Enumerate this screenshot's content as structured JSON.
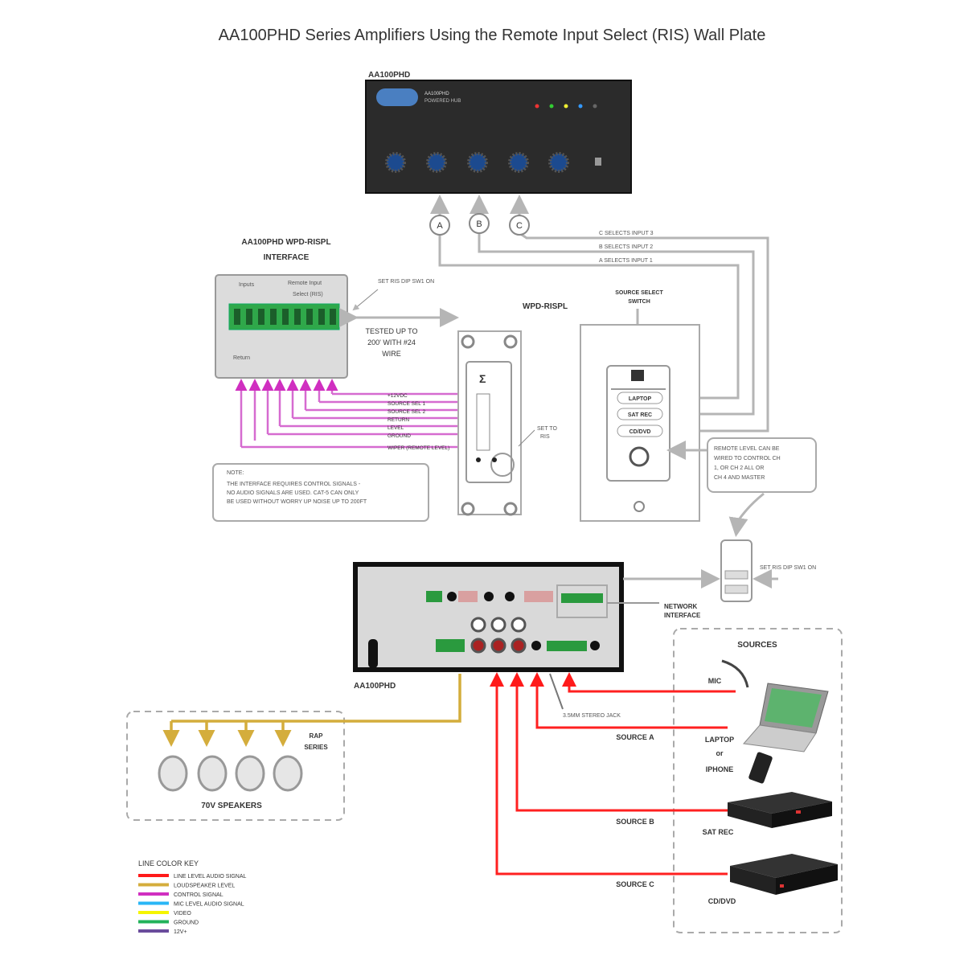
{
  "title": "AA100PHD  Series Amplifiers Using the Remote Input Select (RIS) Wall Plate",
  "top_amp": {
    "label": "AA100PHD",
    "model_text": "AA100PHD",
    "subtitle_text": "POWERED HUB"
  },
  "connectors": [
    "A",
    "B",
    "C"
  ],
  "select_lines": [
    "C SELECTS INPUT 3",
    "B SELECTS INPUT 2",
    "A SELECTS INPUT 1"
  ],
  "interface": {
    "title_line1": "AA100PHD WPD-RISPL",
    "title_line2": "INTERFACE",
    "inputs_label": "Inputs",
    "remote_label": "Remote Input",
    "select_label": "Select (RIS)",
    "return_label": "Return",
    "dip_note": "SET RIS DIP SW1 ON"
  },
  "tested_note": [
    "TESTED UP TO",
    "200' WITH #24",
    "WIRE"
  ],
  "control_wires": [
    "+12VDC",
    "SOURCE SEL 1",
    "SOURCE SEL 2",
    "RETURN",
    "LEVEL",
    "GROUND",
    "WIPER (REMOTE LEVEL)"
  ],
  "wallplate": {
    "label": "WPD-RISPL",
    "set_note": [
      "SET TO",
      "RIS"
    ],
    "source_select_label": [
      "SOURCE SELECT",
      "SWITCH"
    ],
    "buttons": [
      "LAPTOP",
      "SAT REC",
      "CD/DVD"
    ]
  },
  "note_box": [
    "NOTE:",
    "THE INTERFACE REQUIRES CONTROL SIGNALS -",
    "NO AUDIO SIGNALS ARE USED. CAT-5 CAN ONLY",
    "BE USED WITHOUT WORRY UP NOISE UP TO 200FT"
  ],
  "remote_level_note": [
    "REMOTE LEVEL CAN BE",
    "WIRED TO CONTROL CH",
    "1, OR CH 2 ALL OR",
    "CH 4 AND MASTER"
  ],
  "lower_dip_note": "SET RIS DIP SW1 ON",
  "network_interface": [
    "NETWORK",
    "INTERFACE"
  ],
  "bottom_amp": {
    "label": "AA100PHD"
  },
  "sources": {
    "title": "SOURCES",
    "mic": "MIC",
    "laptop": [
      "LAPTOP",
      "or",
      "IPHONE"
    ],
    "sat_rec": "SAT REC",
    "cd_dvd": "CD/DVD",
    "source_a": "SOURCE A",
    "source_b": "SOURCE B",
    "source_c": "SOURCE C",
    "jack": "3.5MM STEREO JACK"
  },
  "speakers": {
    "series": [
      "RAP",
      "SERIES"
    ],
    "label": "70V SPEAKERS"
  },
  "legend": {
    "title": "LINE COLOR KEY",
    "items": [
      {
        "label": "LINE LEVEL AUDIO SIGNAL",
        "color": "#ff1a1a"
      },
      {
        "label": "LOUDSPEAKER LEVEL",
        "color": "#d4ad3c"
      },
      {
        "label": "CONTROL SIGNAL",
        "color": "#d02fc0"
      },
      {
        "label": "MIC LEVEL AUDIO SIGNAL",
        "color": "#29b6f6"
      },
      {
        "label": "VIDEO",
        "color": "#f5f500"
      },
      {
        "label": "GROUND",
        "color": "#22b35a"
      },
      {
        "label": "12V+",
        "color": "#6a4c9c"
      }
    ]
  }
}
